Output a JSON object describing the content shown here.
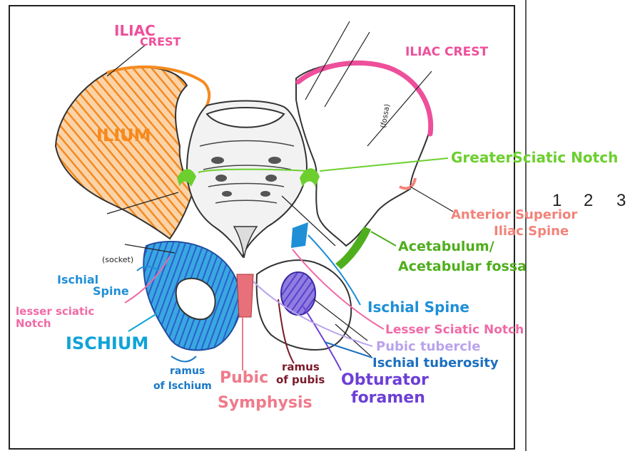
{
  "colors": {
    "iliac_crest": "#ee4f9b",
    "ilium": "#f58a1f",
    "greater_sciatic_notch": "#6ccf2e",
    "anterior_superior_spine": "#f2837a",
    "acetabulum": "#4fae1d",
    "ischial_spine": "#1f8fd6",
    "lesser_sciatic_notch": "#f06aa6",
    "ischium": "#10a3d8",
    "ramus_of_ischium": "#1878c8",
    "pubic_symphysis": "#f07a8a",
    "ramus_of_pubis": "#7a1a2a",
    "obturator_foramen": "#6d3fd6",
    "pubic_tubercle": "#b9a3ec",
    "ischial_tuberosity": "#1b6fbf"
  },
  "labels": {
    "iliac_crest_left": [
      "ILIAC",
      "CREST"
    ],
    "iliac_crest_right": "ILIAC CREST",
    "ilium": "ILIUM",
    "greater_sciatic_notch": "GreaterSciatic Notch",
    "anterior_superior_spine": [
      "Anterior Superior",
      "Iliac Spine"
    ],
    "acetabulum": [
      "Acetabulum/",
      "Acetabular fossa"
    ],
    "ischial_spine_left": [
      "Ischial",
      "Spine"
    ],
    "lesser_sciatic_notch_left": [
      "lesser sciatic",
      "Notch"
    ],
    "ischium": "ISCHIUM",
    "ramus_of_ischium": [
      "ramus",
      "of Ischium"
    ],
    "pubic_symphysis": [
      "Pubic",
      "Symphysis"
    ],
    "ramus_of_pubis": [
      "ramus",
      "of pubis"
    ],
    "obturator_foramen": [
      "Obturator",
      "foramen"
    ],
    "ischial_spine_right": "Ischial Spine",
    "lesser_sciatic_notch_right": "Lesser Sciatic Notch",
    "pubic_tubercle": "Pubic tubercle",
    "ischial_tuberosity": "Ischial tuberosity",
    "socket": "(socket)",
    "fossa": "(fossa)"
  },
  "page_numbers": [
    "1",
    "2",
    "3"
  ]
}
